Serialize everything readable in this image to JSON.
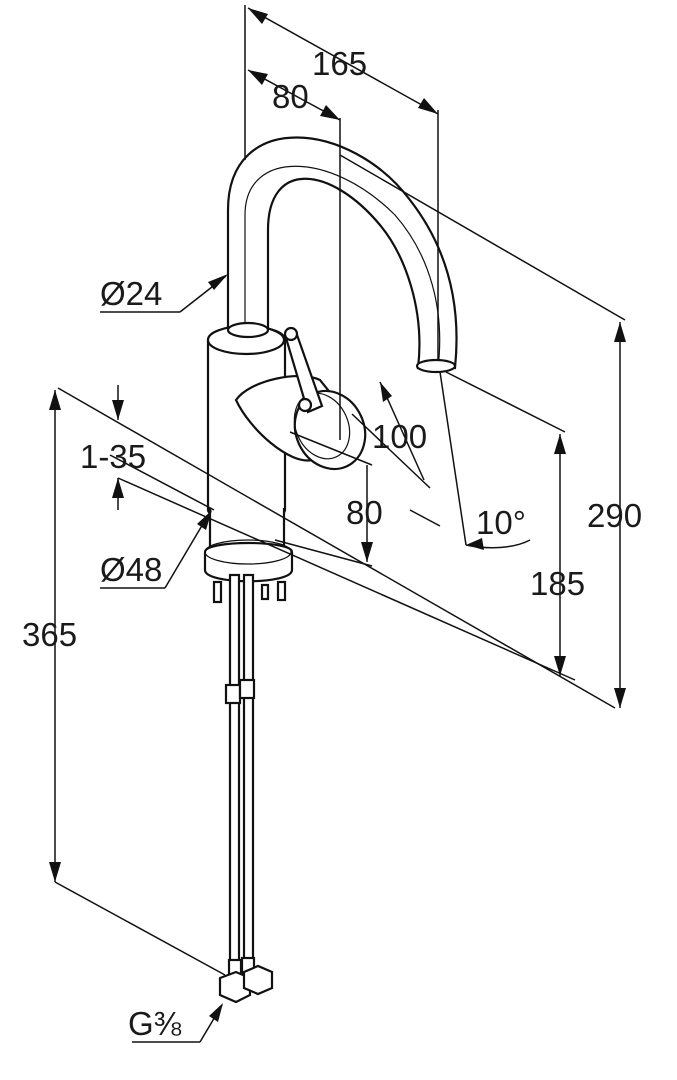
{
  "dimensions": {
    "d165": "165",
    "d80_top": "80",
    "d24": "Ø24",
    "d100": "100",
    "d1_35": "1-35",
    "d80_mid": "80",
    "d10deg": "10°",
    "d290": "290",
    "d48": "Ø48",
    "d185": "185",
    "d365": "365",
    "thread": "G⅜"
  }
}
